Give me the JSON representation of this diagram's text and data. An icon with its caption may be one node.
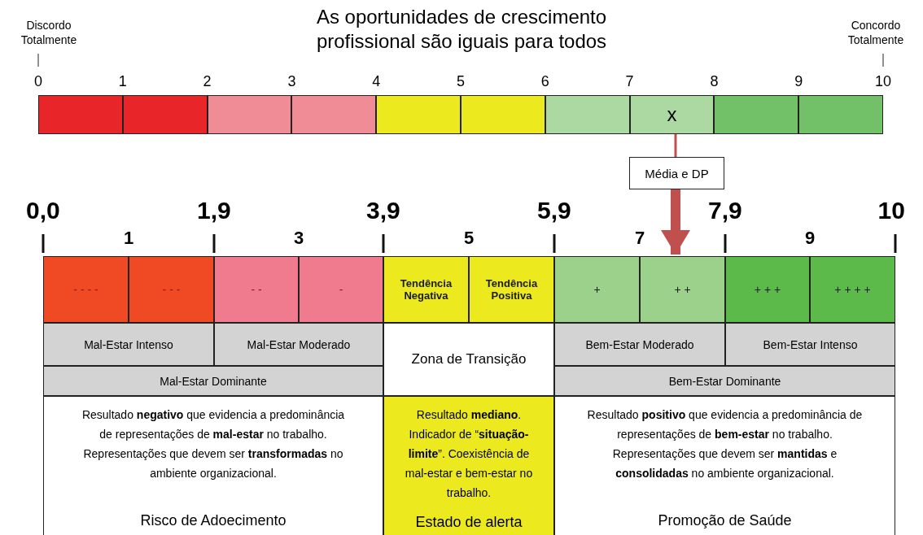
{
  "diagram": {
    "title": "As oportunidades de crescimento profissional são iguais para todos",
    "nodes": [
      {
        "text": [],
        "shape": "box"
      },
      {
        "text": [],
        "shape": "box"
      },
      {
        "text": [],
        "shape": "box"
      },
      {
        "text": [],
        "shape": "box"
      },
      {
        "text": [],
        "shape": "box"
      },
      {
        "text": [],
        "shape": "box"
      },
      {
        "text": [],
        "shape": "box"
      },
      {
        "text": [
          "x"
        ]
      },
      {
        "text": [],
        "shape": "box"
      },
      {
        "text": [],
        "shape": "box"
      },
      {
        "text": [
          "Média e DP"
        ]
      },
      {
        "text": [
          "- - - -"
        ]
      },
      {
        "text": [
          "- - -"
        ]
      },
      {
        "text": [
          "- -"
        ]
      },
      {
        "text": [
          "-"
        ]
      },
      {
        "text": [
          "Tendência Negativa"
        ]
      },
      {
        "text": [
          "Tendência Positiva"
        ]
      },
      {
        "text": [
          "+"
        ]
      },
      {
        "text": [
          "+ +"
        ]
      },
      {
        "text": [
          "+ + +"
        ]
      },
      {
        "text": [
          "+ + + +"
        ]
      },
      {
        "text": [
          "Mal-Estar Intenso"
        ]
      },
      {
        "text": [
          "Mal-Estar Moderado"
        ]
      },
      {
        "text": [
          "Zona de Transição"
        ]
      },
      {
        "text": [
          "Bem-Estar Moderado"
        ]
      },
      {
        "text": [
          "Bem-Estar Intenso"
        ]
      },
      {
        "text": [
          "Mal-Estar Dominante"
        ]
      },
      {
        "text": [
          "Bem-Estar Dominante"
        ]
      },
      {
        "text": [
          "Resultado **negativo** que evidencia a predominância de representações de **mal-estar** no trabalho. Representações que devem ser **transformadas** no ambiente organizacional.",
          "Risco de Adoecimento"
        ]
      },
      {
        "text": [
          "Resultado **mediano**. Indicador de “**situação-limite**”. Coexistência de mal-estar e bem-estar no trabalho.",
          "Estado de alerta"
        ]
      },
      {
        "text": [
          "Resultado **positivo** que evidencia a predominância de representações de **bem-estar** no trabalho. Representações que devem ser **mantidas** e **consolidadas** no ambiente organizacional.",
          "Promoção de Saúde"
        ]
      }
    ],
    "edges": [
      {
        "from": 7,
        "to": 10,
        "arrow": "none",
        "color": "#c0504d"
      },
      {
        "from": 10,
        "to": 18,
        "arrow": "to",
        "style": "thick",
        "color": "#c0504d"
      }
    ],
    "labels": [
      "Discordo Totalmente",
      "Concordo Totalmente",
      "0",
      "1",
      "2",
      "3",
      "4",
      "5",
      "6",
      "7",
      "8",
      "9",
      "10",
      "0,0",
      "1,9",
      "3,9",
      "5,9",
      "7,9",
      "10",
      "1",
      "3",
      "5",
      "7",
      "9"
    ]
  }
}
